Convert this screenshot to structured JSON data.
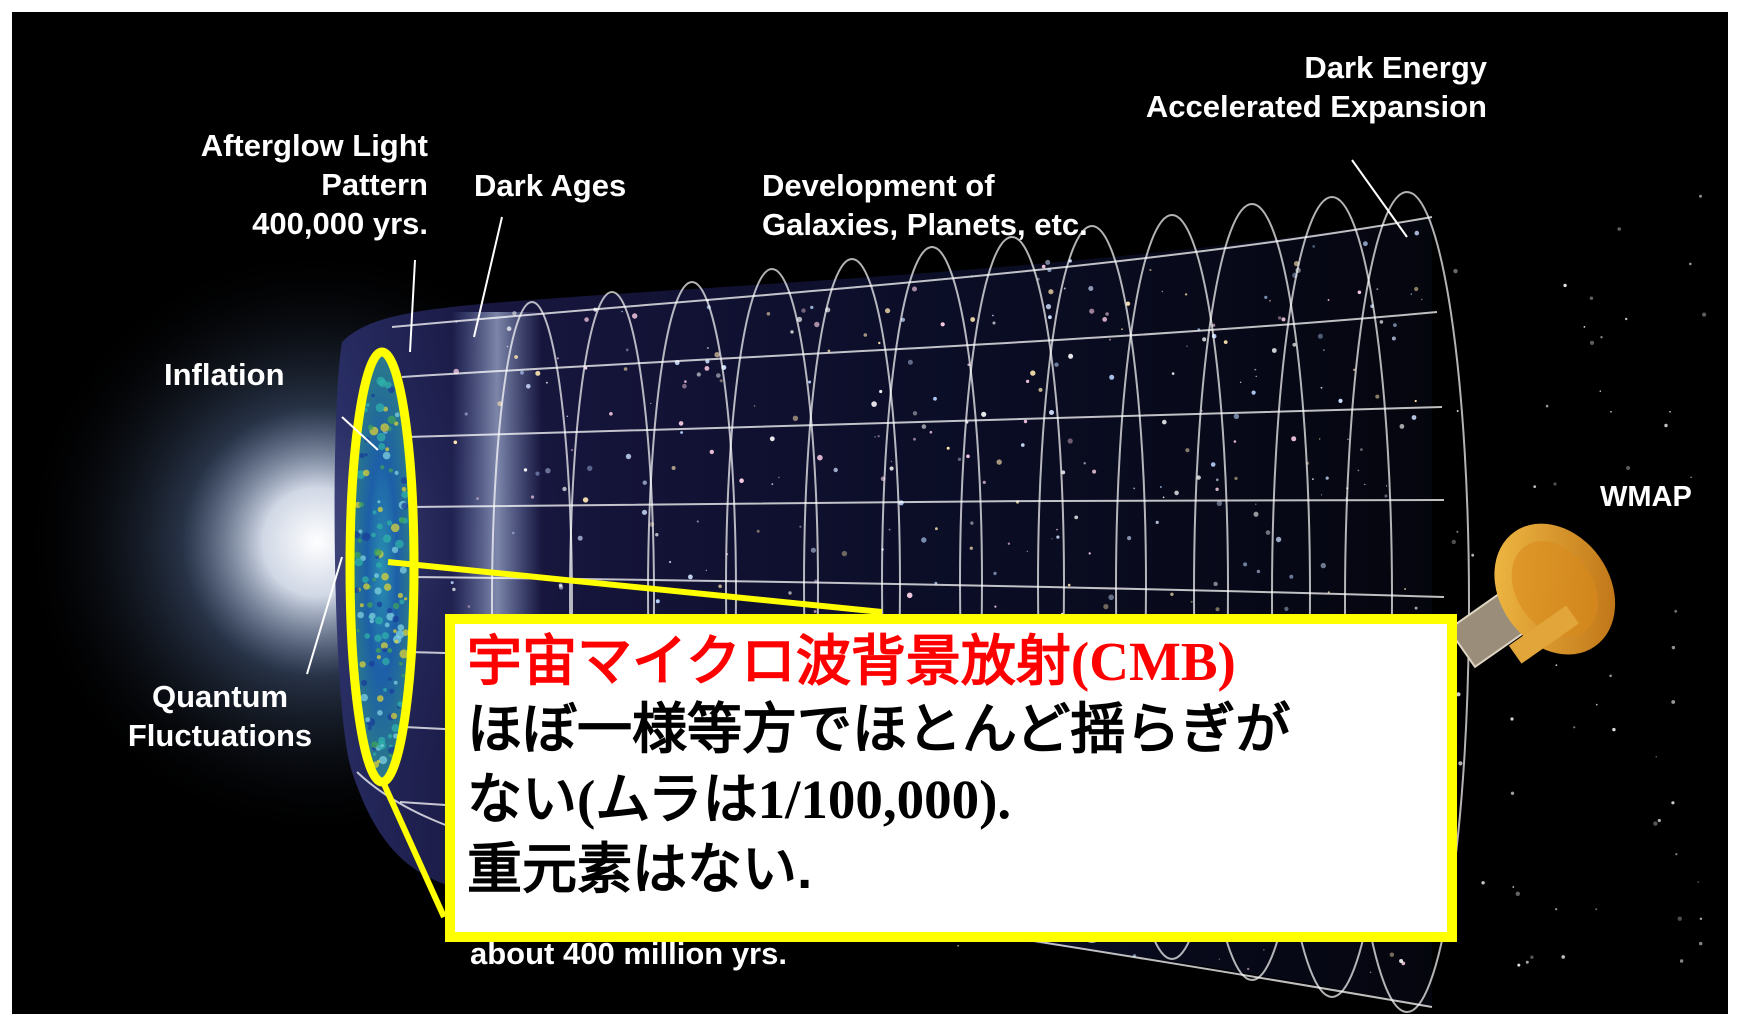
{
  "labels": {
    "afterglow": [
      "Afterglow Light",
      "Pattern",
      "400,000 yrs."
    ],
    "dark_ages": "Dark Ages",
    "development": [
      "Development of",
      "Galaxies, Planets, etc."
    ],
    "dark_energy": [
      "Dark Energy",
      "Accelerated Expansion"
    ],
    "inflation": "Inflation",
    "quantum": [
      "Quantum",
      "Fluctuations"
    ],
    "wmap": "WMAP",
    "first_stars_partial": "about 400 million yrs."
  },
  "callout": {
    "title_jp": "宇宙マイクロ波背景放射",
    "title_abbr": "(CMB)",
    "line2": "ほぼ一様等方でほとんど揺らぎが",
    "line3_jp_a": "ない",
    "line3_num": "(ムラは1/100,000).",
    "line4": "重元素はない."
  },
  "colors": {
    "highlight": "#ffff00",
    "title_red": "#ff0000",
    "background": "#000000"
  }
}
